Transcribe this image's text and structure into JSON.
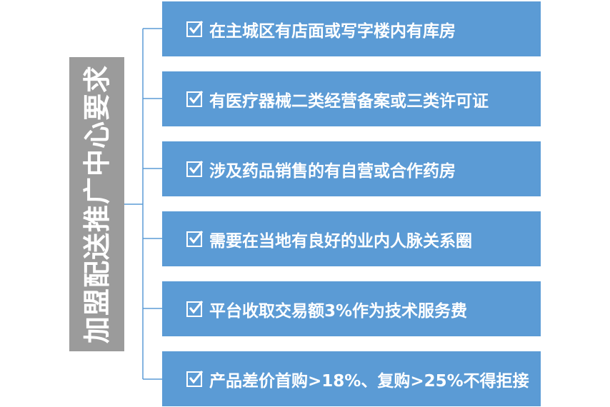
{
  "title": "加盟配送推广中心要求",
  "colors": {
    "title_bg": "#9b9b9b",
    "item_bg": "#5b9bd5",
    "connector": "#5b9bd5",
    "text": "#ffffff"
  },
  "items": [
    {
      "text": "在主城区有店面或写字楼内有库房",
      "icon": "checkbox-checked-icon"
    },
    {
      "text": "有医疗器械二类经营备案或三类许可证",
      "icon": "checkbox-checked-icon"
    },
    {
      "text": "涉及药品销售的有自营或合作药房",
      "icon": "checkbox-checked-icon"
    },
    {
      "text": "需要在当地有良好的业内人脉关系圈",
      "icon": "checkbox-checked-icon"
    },
    {
      "text": "平台收取交易额3%作为技术服务费",
      "icon": "checkbox-checked-icon"
    },
    {
      "text": "产品差价首购>18%、复购>25%不得拒接",
      "icon": "checkbox-checked-icon"
    }
  ]
}
